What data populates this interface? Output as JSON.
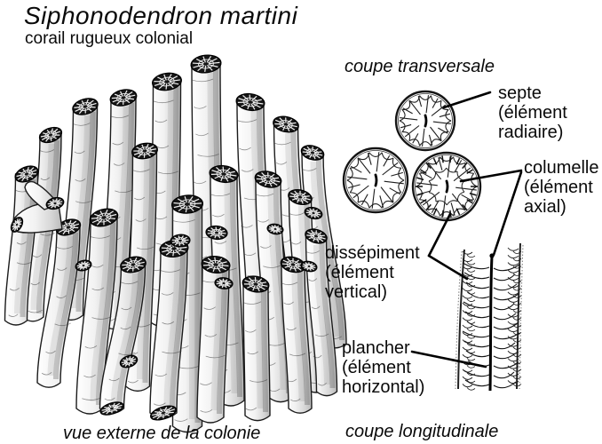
{
  "header": {
    "title": "Siphonodendron martini",
    "subtitle": "corail rugueux colonial"
  },
  "sections": {
    "transversal_label": "coupe transversale",
    "longitudinal_label": "coupe longitudinale",
    "external_view_label": "vue externe de la colonie"
  },
  "annotations": {
    "septe": "septe\n(élément\nradiaire)",
    "columelle": "columelle\n(élément\naxial)",
    "dissepiment": "dissépiment\n(élément\nvertical)",
    "plancher": "plancher\n(élément\nhorizontal)"
  },
  "colors": {
    "ink": "#111111",
    "paper": "#ffffff",
    "shade": "#bdbdbd"
  }
}
